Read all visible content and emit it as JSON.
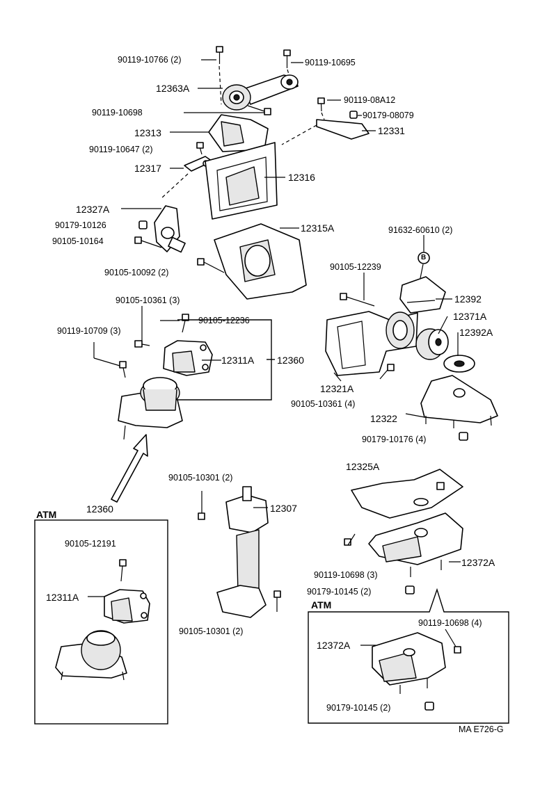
{
  "diagram": {
    "code": "MA E726-G",
    "labels": {
      "p90119_10766": "90119-10766 (2)",
      "p90119_10695": "90119-10695",
      "p12363A": "12363A",
      "p90119_08A12": "90119-08A12",
      "p90119_10698_top": "90119-10698",
      "p90179_08079": "90179-08079",
      "p12313": "12313",
      "p12331": "12331",
      "p90119_10647": "90119-10647 (2)",
      "p12317": "12317",
      "p12316": "12316",
      "p12327A": "12327A",
      "p90179_10126": "90179-10126",
      "p90105_10164": "90105-10164",
      "p12315A": "12315A",
      "p91632_60610": "91632-60610 (2)",
      "bubble_B": "B",
      "p90105_10092": "90105-10092 (2)",
      "p90105_12239": "90105-12239",
      "p12392": "12392",
      "p90105_10361_3": "90105-10361 (3)",
      "p12371A": "12371A",
      "p90119_10709": "90119-10709 (3)",
      "p90105_12236": "90105-12236",
      "p12392A": "12392A",
      "p12311A": "12311A",
      "p12360": "12360",
      "p12321A": "12321A",
      "p90105_10361_4": "90105-10361 (4)",
      "p12322": "12322",
      "p90179_10176": "90179-10176 (4)",
      "p12325A": "12325A",
      "p90105_10301_top": "90105-10301 (2)",
      "atm_left_title": "ATM",
      "atm_left_12360": "12360",
      "p12307": "12307",
      "atm_left_90105_12191": "90105-12191",
      "p12372A": "12372A",
      "p90119_10698_3": "90119-10698 (3)",
      "atm_left_12311A": "12311A",
      "p90179_10145": "90179-10145 (2)",
      "atm_right_title": "ATM",
      "atm_right_90119_10698": "90119-10698 (4)",
      "p90105_10301_bottom": "90105-10301 (2)",
      "atm_right_12372A": "12372A",
      "atm_right_90179_10145": "90179-10145 (2)"
    }
  }
}
